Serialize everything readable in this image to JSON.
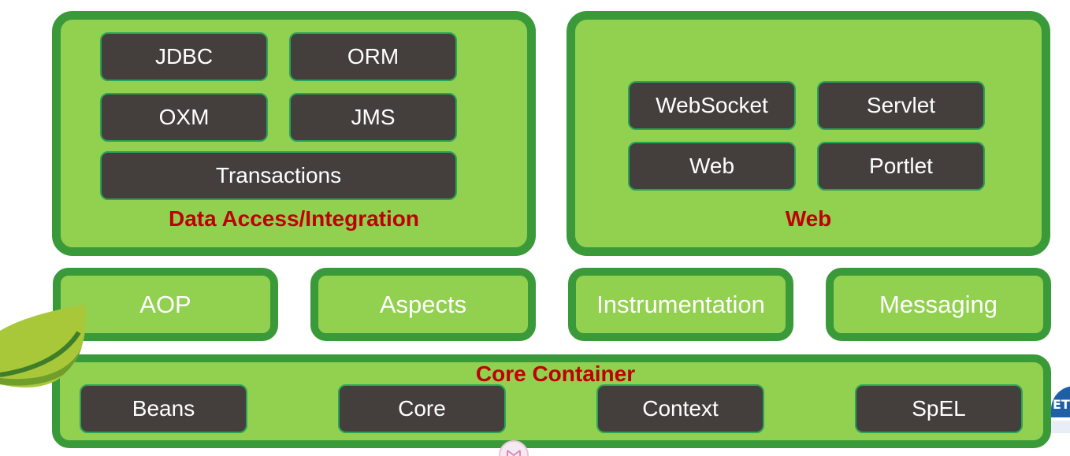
{
  "data_access": {
    "title": "Data Access/Integration",
    "modules": [
      "JDBC",
      "ORM",
      "OXM",
      "JMS",
      "Transactions"
    ]
  },
  "web": {
    "title": "Web",
    "modules": [
      "WebSocket",
      "Servlet",
      "Web",
      "Portlet"
    ]
  },
  "middle": {
    "modules": [
      "AOP",
      "Aspects",
      "Instrumentation",
      "Messaging"
    ]
  },
  "core_container": {
    "title": "Core Container",
    "modules": [
      "Beans",
      "Core",
      "Context",
      "SpEL"
    ]
  },
  "colors": {
    "panel_fill": "#92d050",
    "panel_border": "#3a9a3a",
    "module_fill": "#443f3c",
    "title_red": "#c00000"
  }
}
